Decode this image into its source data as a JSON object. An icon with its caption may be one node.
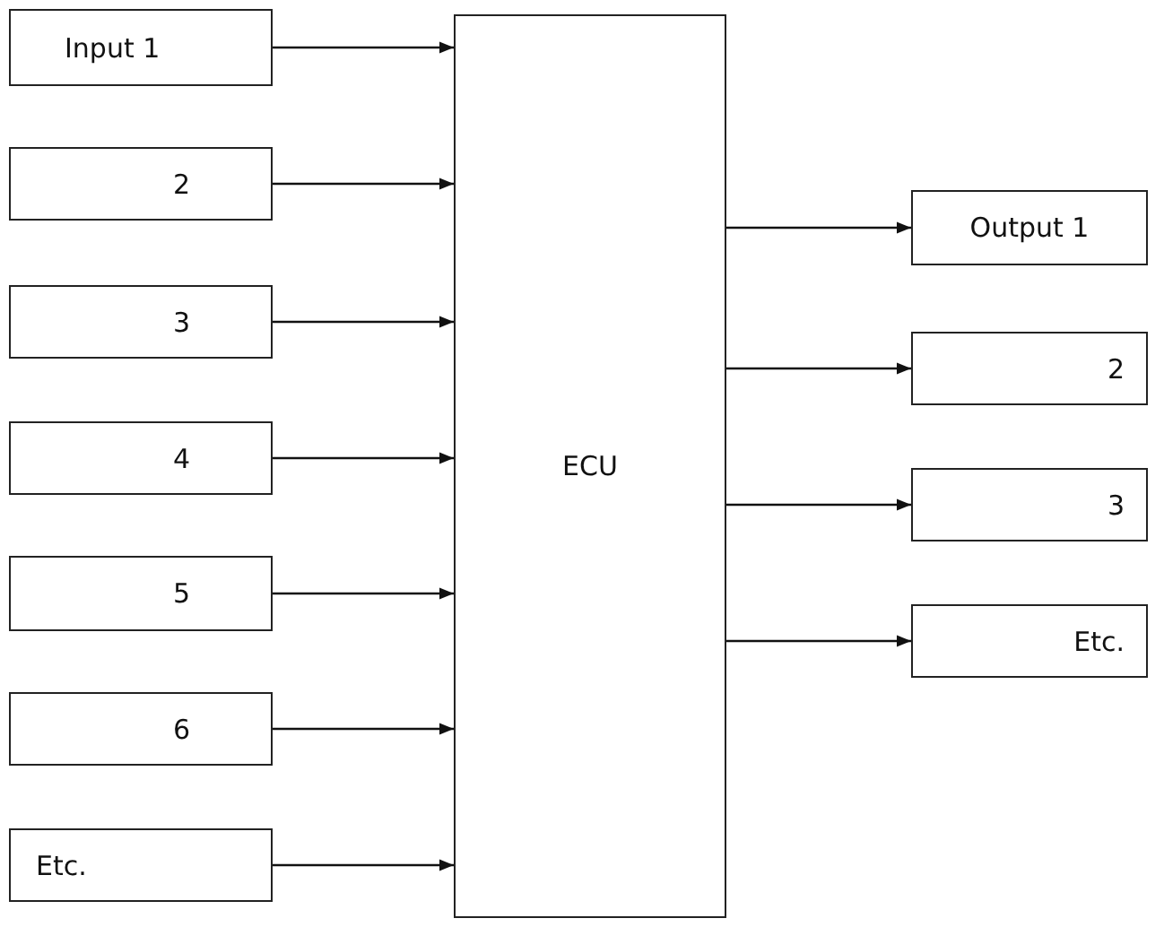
{
  "diagram": {
    "nodes": [
      {
        "text": [
          "Input 1"
        ]
      },
      {
        "text": [
          "2"
        ]
      },
      {
        "text": [
          "3"
        ]
      },
      {
        "text": [
          "4"
        ]
      },
      {
        "text": [
          "5"
        ]
      },
      {
        "text": [
          "6"
        ]
      },
      {
        "text": [
          "Etc."
        ]
      },
      {
        "text": [
          "ECU"
        ]
      },
      {
        "text": [
          "Output 1"
        ]
      },
      {
        "text": [
          "2"
        ]
      },
      {
        "text": [
          "3"
        ]
      },
      {
        "text": [
          "Etc."
        ]
      }
    ],
    "edges": [
      {
        "from": 0,
        "to": 7,
        "arrow": "to"
      },
      {
        "from": 1,
        "to": 7,
        "arrow": "to"
      },
      {
        "from": 2,
        "to": 7,
        "arrow": "to"
      },
      {
        "from": 3,
        "to": 7,
        "arrow": "to"
      },
      {
        "from": 4,
        "to": 7,
        "arrow": "to"
      },
      {
        "from": 5,
        "to": 7,
        "arrow": "to"
      },
      {
        "from": 6,
        "to": 7,
        "arrow": "to"
      },
      {
        "from": 7,
        "to": 8,
        "arrow": "to"
      },
      {
        "from": 7,
        "to": 9,
        "arrow": "to"
      },
      {
        "from": 7,
        "to": 10,
        "arrow": "to"
      },
      {
        "from": 7,
        "to": 11,
        "arrow": "to"
      }
    ]
  }
}
